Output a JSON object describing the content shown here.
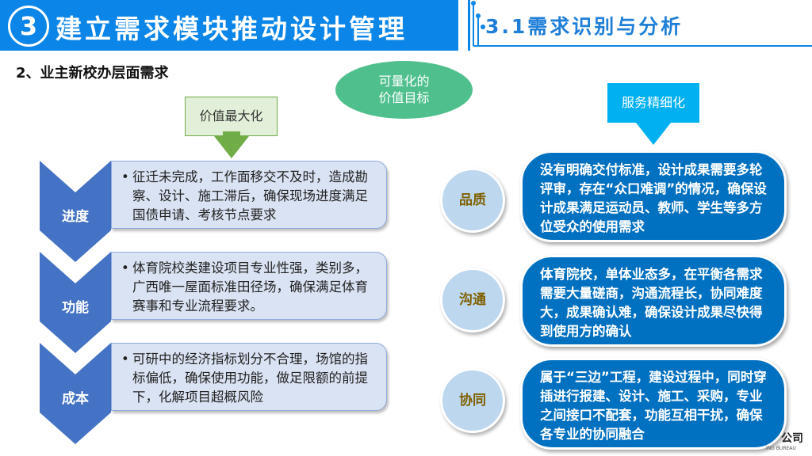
{
  "header": {
    "number": "3",
    "title": "建立需求模块推动设计管理",
    "subtitle": "3.1需求识别与分析"
  },
  "section_title": "2、业主新校办层面需求",
  "left": {
    "header_label": "价值最大化",
    "items": [
      {
        "label": "进度",
        "text": "征迁未完成，工作面移交不及时，造成勘察、设计、施工滞后，确保现场进度满足国债申请、考核节点要求"
      },
      {
        "label": "功能",
        "text": "体育院校类建设项目专业性强，类别多，广西唯一屋面标准田径场，确保满足体育赛事和专业流程要求。"
      },
      {
        "label": "成本",
        "text": "可研中的经济指标划分不合理，场馆的指标偏低，确保使用功能，做足限额的前提下，化解项目超概风险"
      }
    ]
  },
  "center": {
    "ellipse_line1": "可量化的",
    "ellipse_line2": "价值目标"
  },
  "right": {
    "header_label": "服务精细化",
    "items": [
      {
        "label": "品质",
        "text": "没有明确交付标准，设计成果需要多轮评审，存在“众口难调”的情况，确保设计成果满足运动员、教师、学生等多方位受众的使用需求"
      },
      {
        "label": "沟通",
        "text": "体育院校，单体业态多，在平衡各需求需要大量磋商，沟通流程长，协同难度大，成果确认难，确保设计成果尽快得到使用方的确认"
      },
      {
        "label": "协同",
        "text": "属于“三边”工程，建设过程中，同时穿插进行报建、设计、施工、采购，专业之间接口不配套，功能互相干扰，确保各专业的协同融合"
      }
    ]
  },
  "footer": {
    "logo_text": "公司",
    "logo_sub": "ING BUREAU"
  },
  "colors": {
    "header_blue": "#0b86e8",
    "chevron_blue": "#4472c4",
    "pill_blue": "#0070c0",
    "green": "#70ad47",
    "cyan": "#00b0f0"
  }
}
